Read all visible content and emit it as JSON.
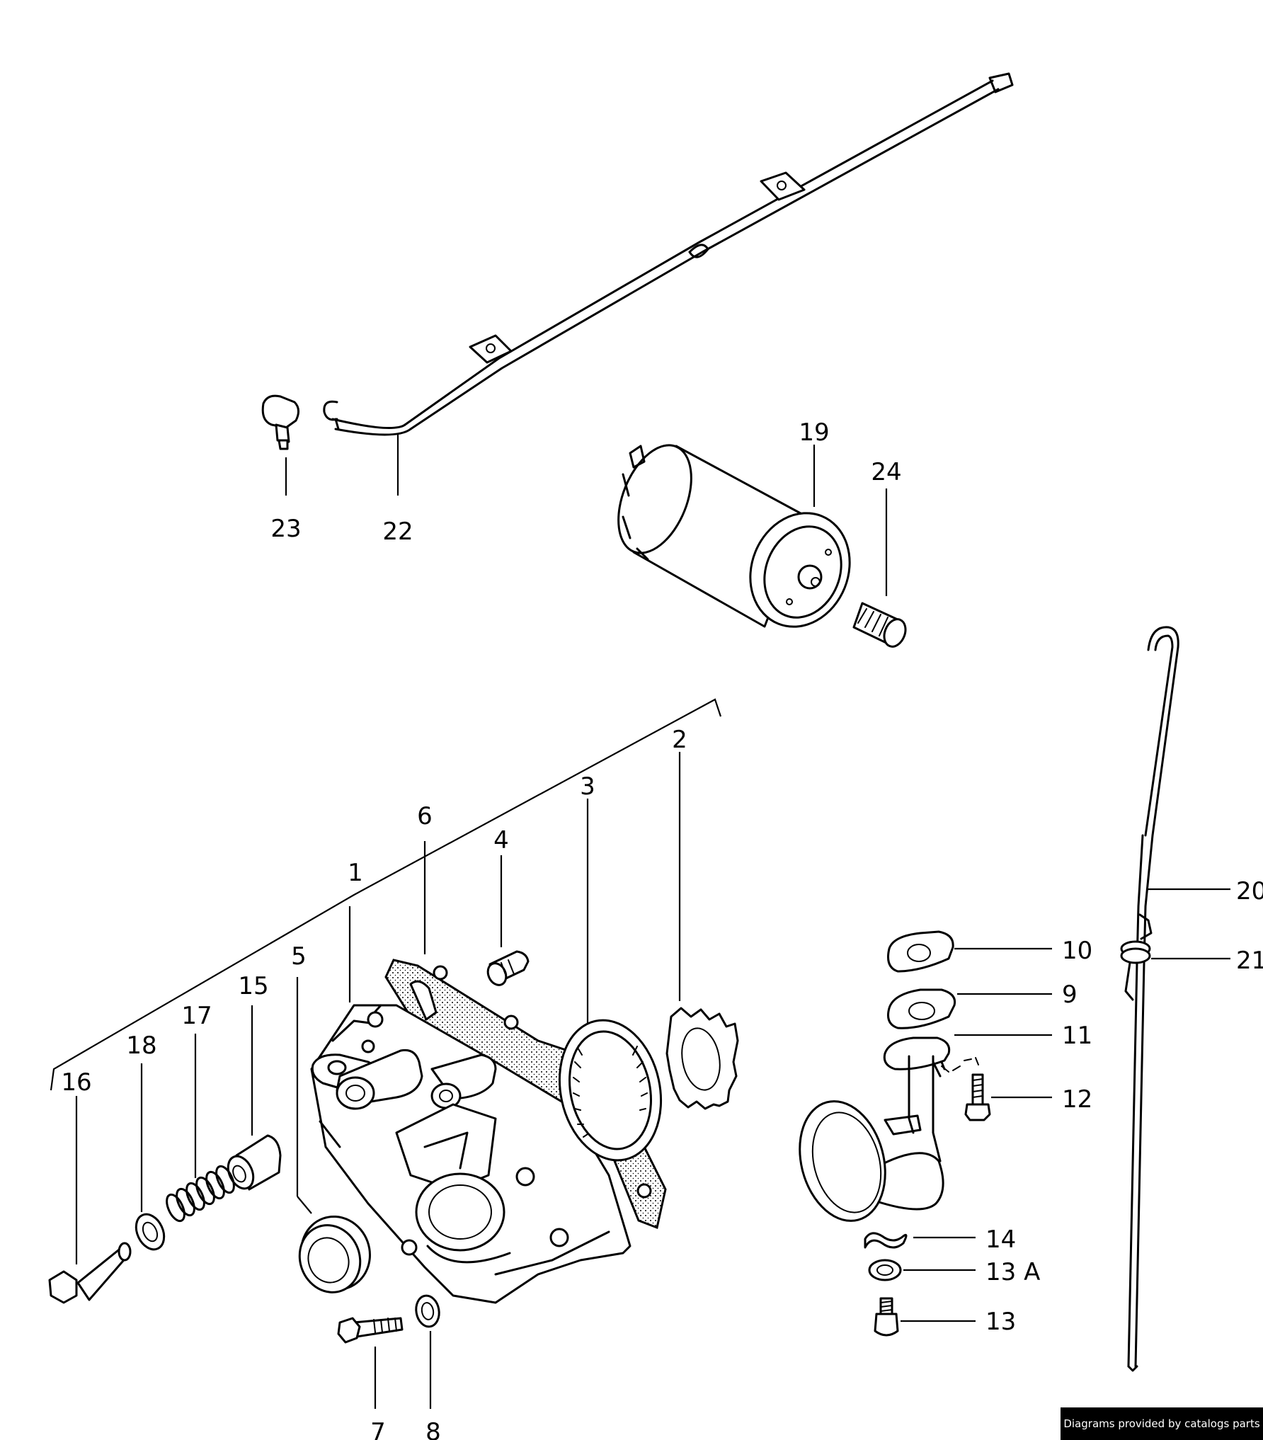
{
  "diagram": {
    "callouts": {
      "c1": "1",
      "c2": "2",
      "c3": "3",
      "c4": "4",
      "c5": "5",
      "c6": "6",
      "c7": "7",
      "c8": "8",
      "c9": "9",
      "c10": "10",
      "c11": "11",
      "c12": "12",
      "c13": "13",
      "c13a": "13 A",
      "c14": "14",
      "c15": "15",
      "c16": "16",
      "c17": "17",
      "c18": "18",
      "c19": "19",
      "c20": "20",
      "c21": "21",
      "c22": "22",
      "c23": "23",
      "c24": "24"
    }
  },
  "footer": {
    "credit": "Diagrams provided by catalogs parts"
  },
  "colors": {
    "line": "#000000",
    "background": "#ffffff",
    "credit_bg": "#000000",
    "credit_text": "#ffffff"
  }
}
